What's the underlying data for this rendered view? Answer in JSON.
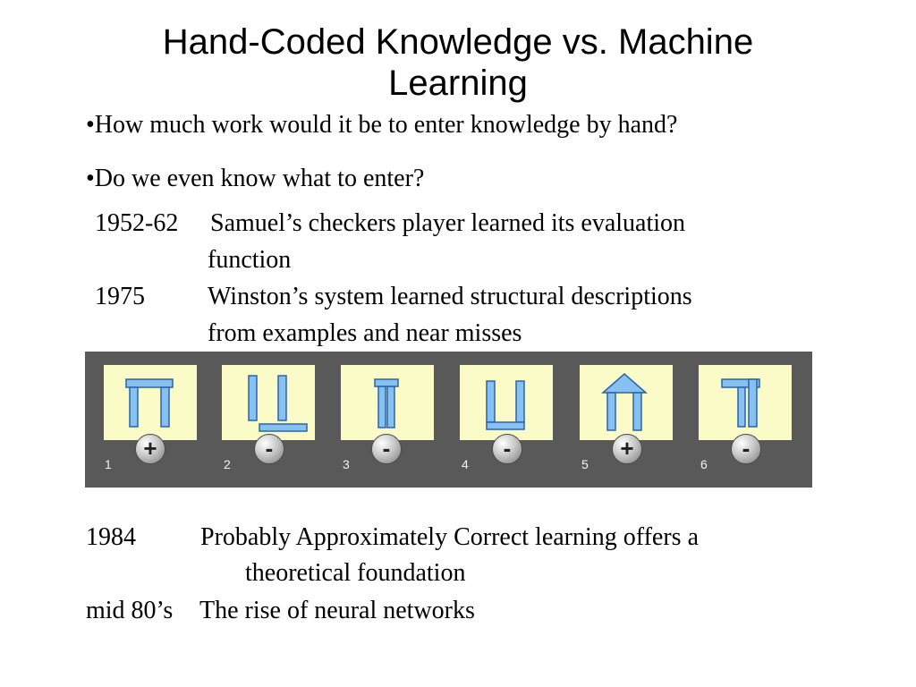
{
  "slide": {
    "title": "Hand-Coded Knowledge vs. Machine Learning",
    "bullets": [
      "•How much work would it be to enter knowledge by hand?",
      "•Do we even know what to enter?"
    ],
    "timeline_top": [
      {
        "year": "1952-62",
        "lines": [
          "Samuel’s checkers player learned its evaluation",
          "function"
        ]
      },
      {
        "year": "1975",
        "lines": [
          "Winston’s system learned structural descriptions",
          "from examples and near misses"
        ]
      }
    ],
    "examples": [
      {
        "number": "1",
        "sign": "+",
        "icon": "arch-icon"
      },
      {
        "number": "2",
        "sign": "-",
        "icon": "fallen-lintel-icon"
      },
      {
        "number": "3",
        "sign": "-",
        "icon": "tower-icon"
      },
      {
        "number": "4",
        "sign": "-",
        "icon": "u-shape-icon"
      },
      {
        "number": "5",
        "sign": "+",
        "icon": "roofed-arch-icon"
      },
      {
        "number": "6",
        "sign": "-",
        "icon": "touching-posts-icon"
      }
    ],
    "timeline_bottom": [
      {
        "year": "1984",
        "lines": [
          "Probably Approximately Correct learning offers a",
          "theoretical foundation"
        ]
      },
      {
        "year": "mid 80’s",
        "lines": [
          "The rise of neural networks"
        ]
      }
    ],
    "colors": {
      "strip_background": "#595959",
      "panel_background": "#fbfbc8",
      "block_fill": "#87c1f1",
      "block_stroke": "#2a64a8"
    }
  }
}
